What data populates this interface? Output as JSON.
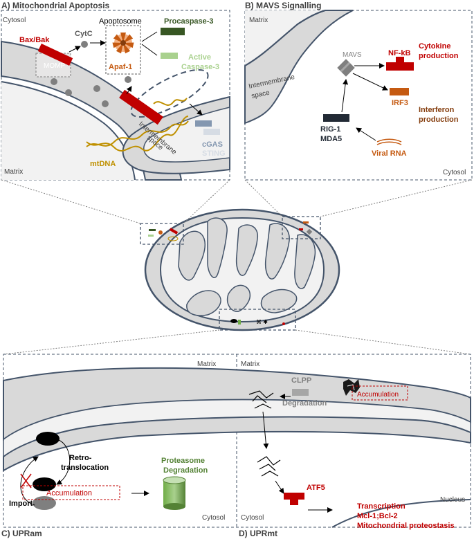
{
  "panels": {
    "a": {
      "title": "A) Mitochondrial Apoptosis",
      "cytosol": "Cytosol",
      "matrix": "Matrix",
      "bax": "Bax/Bak",
      "momp": "MOMP",
      "cytc": "CytC",
      "apoptosome": "Apoptosome",
      "apaf": "Apaf-1",
      "procaspase": "Procaspase-3",
      "active1": "Active",
      "active2": "Caspase-3",
      "ims1": "Intermembrane",
      "ims2": "space",
      "mtdna": "mtDNA",
      "cgas": "cGAS",
      "sting": "STING"
    },
    "b": {
      "title": "B) MAVS Signalling",
      "matrix": "Matrix",
      "mavs": "MAVS",
      "ims1": "Intermembrane",
      "ims2": "space",
      "nfkb": "NF-kB",
      "cyto1": "Cytokine",
      "cyto2": "production",
      "irf3": "IRF3",
      "ifn1": "Interferon",
      "ifn2": "production",
      "rig1": "RIG-1",
      "mda5": "MDA5",
      "viral": "Viral RNA",
      "cytosol": "Cytosol"
    },
    "c": {
      "title": "C) UPRam",
      "matrix": "Matrix",
      "retro1": "Retro-",
      "retro2": "translocation",
      "proteasome1": "Proteasome",
      "proteasome2": "Degradation",
      "import": "Import",
      "accumulation": "Accumulation",
      "cytosol": "Cytosol"
    },
    "d": {
      "title": "D) UPRmt",
      "matrix": "Matrix",
      "clpp": "CLPP",
      "degradation": "Degradation",
      "accumulation": "Accumulation",
      "nucleus": "Nucleus",
      "atf5": "ATF5",
      "transcription": "Transcription",
      "mcl": "Mcl-1;Bcl-2",
      "proteostasis": "Mitochondrial proteostasis",
      "cytosol": "Cytosol"
    }
  },
  "colors": {
    "membrane_fill": "#d9d9d9",
    "membrane_stroke": "#44546a",
    "red": "#c00000",
    "green_dark": "#375623",
    "green_light": "#a9d18e",
    "orange": "#c55a11",
    "gold": "#bf9000",
    "navy": "#222a35",
    "grey_protein": "#7f7f7f"
  }
}
